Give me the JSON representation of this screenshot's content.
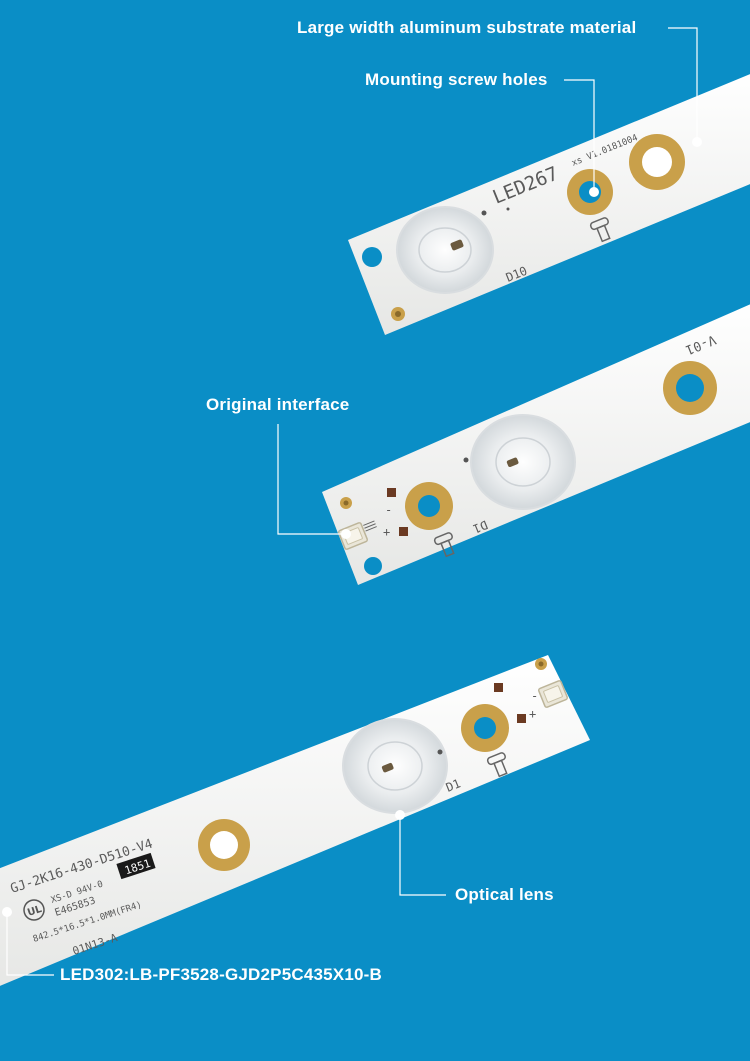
{
  "callouts": {
    "substrate": "Large width aluminum substrate material",
    "screw_holes": "Mounting screw holes",
    "interface": "Original interface",
    "lens": "Optical lens",
    "model": "LED302:LB-PF3528-GJD2P5C435X10-B"
  },
  "pcb_text": {
    "strip1_code": "LED267",
    "strip1_version": "xs V1.0181004",
    "strip1_ref": "D10",
    "strip2_version": "V-01",
    "strip2_ref": "D1",
    "strip3_ref": "D1",
    "strip3_part": "GJ-2K16-430-D510-V4",
    "strip3_flame": "XS-D 94V-0",
    "strip3_cert": "E465853",
    "strip3_size": "842.5*16.5*1.0MM(FR4)",
    "strip3_batch": "01N13-A",
    "strip3_label": "1851",
    "plus": "+",
    "minus": "-"
  },
  "colors": {
    "background": "#0a8ec6",
    "pcb": "#f3f3f1",
    "copper_pad": "#c9a04a",
    "callout_text": "#ffffff"
  }
}
